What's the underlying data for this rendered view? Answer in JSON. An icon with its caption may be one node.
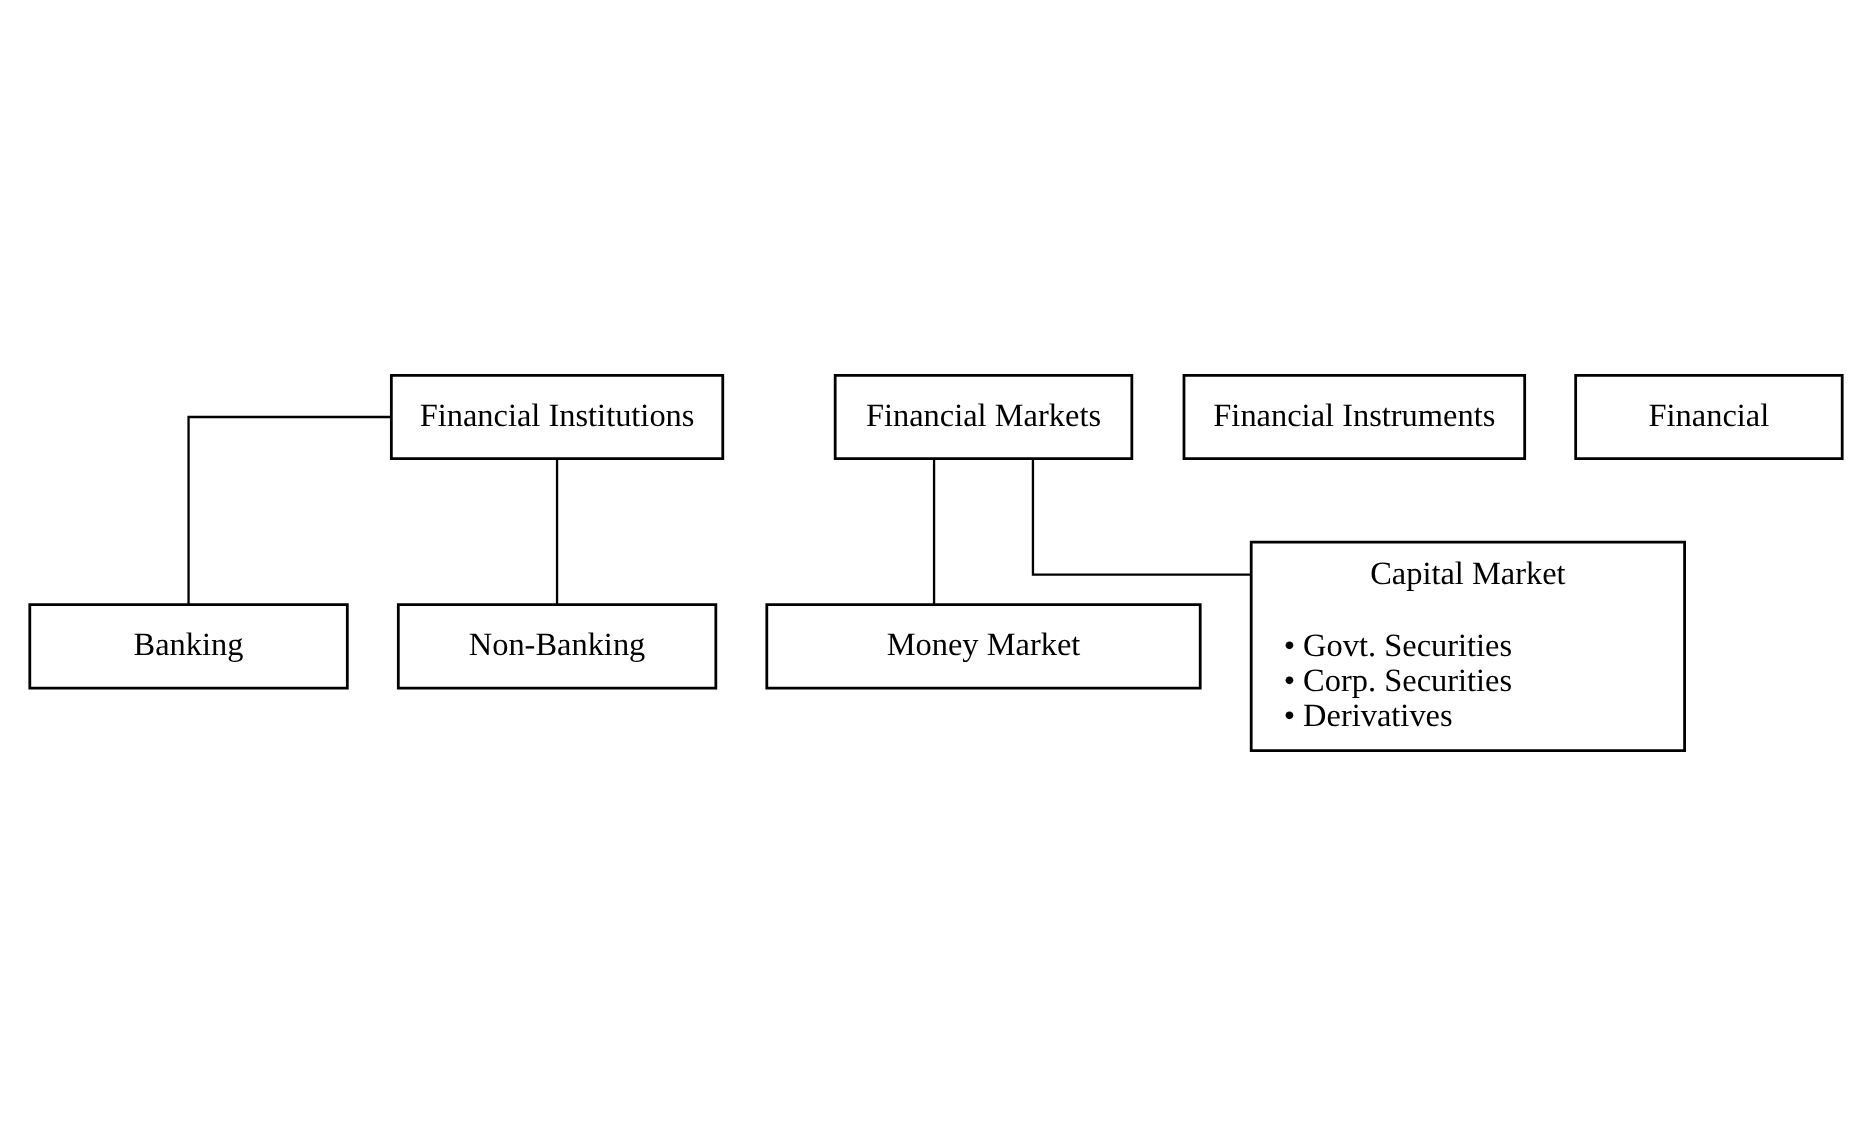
{
  "diagram": {
    "nodes": [
      {
        "text": [
          "Financial Institutions"
        ]
      },
      {
        "text": [
          "Banking"
        ]
      },
      {
        "text": [
          "Non-Banking"
        ]
      },
      {
        "text": [
          "Financial Markets"
        ]
      },
      {
        "text": [
          "Financial Instruments"
        ]
      },
      {
        "text": [
          "Financial"
        ]
      },
      {
        "text": [
          "Money Market"
        ]
      },
      {
        "text": [
          "Capital Market",
          "• Govt. Securities",
          "• Corp. Securities",
          "• Derivatives"
        ]
      }
    ],
    "edges": [
      {
        "from": 0,
        "to": 1,
        "arrow": "none"
      },
      {
        "from": 0,
        "to": 2,
        "arrow": "none"
      },
      {
        "from": 3,
        "to": 6,
        "arrow": "none"
      },
      {
        "from": 3,
        "to": 7,
        "arrow": "none"
      }
    ]
  }
}
